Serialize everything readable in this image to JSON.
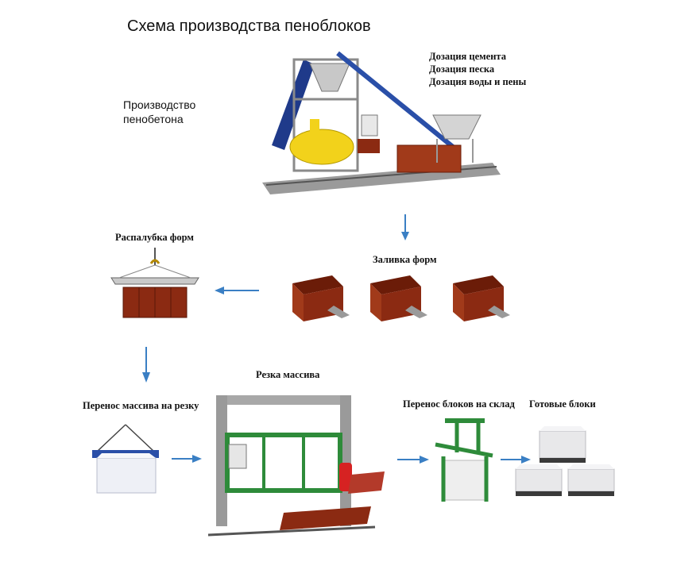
{
  "title": "Схема производства пеноблоков",
  "production_label_line1": "Производство",
  "production_label_line2": "пенобетона",
  "dosing": [
    "Дозация цемента",
    "Дозация песка",
    "Дозация воды и пены"
  ],
  "steps": {
    "demolding": "Распалубка форм",
    "filling": "Заливка форм",
    "cutting": "Резка массива",
    "transfer_to_cutting": "Перенос массива на резку",
    "transfer_to_warehouse": "Перенос блоков на склад",
    "finished": "Готовые блоки"
  },
  "colors": {
    "arrow": "#3a7fc4",
    "mold": "#8b2a12",
    "machine_green": "#2e8b3a",
    "tank_yellow": "#f2d21b",
    "block": "#e8e8ea"
  }
}
